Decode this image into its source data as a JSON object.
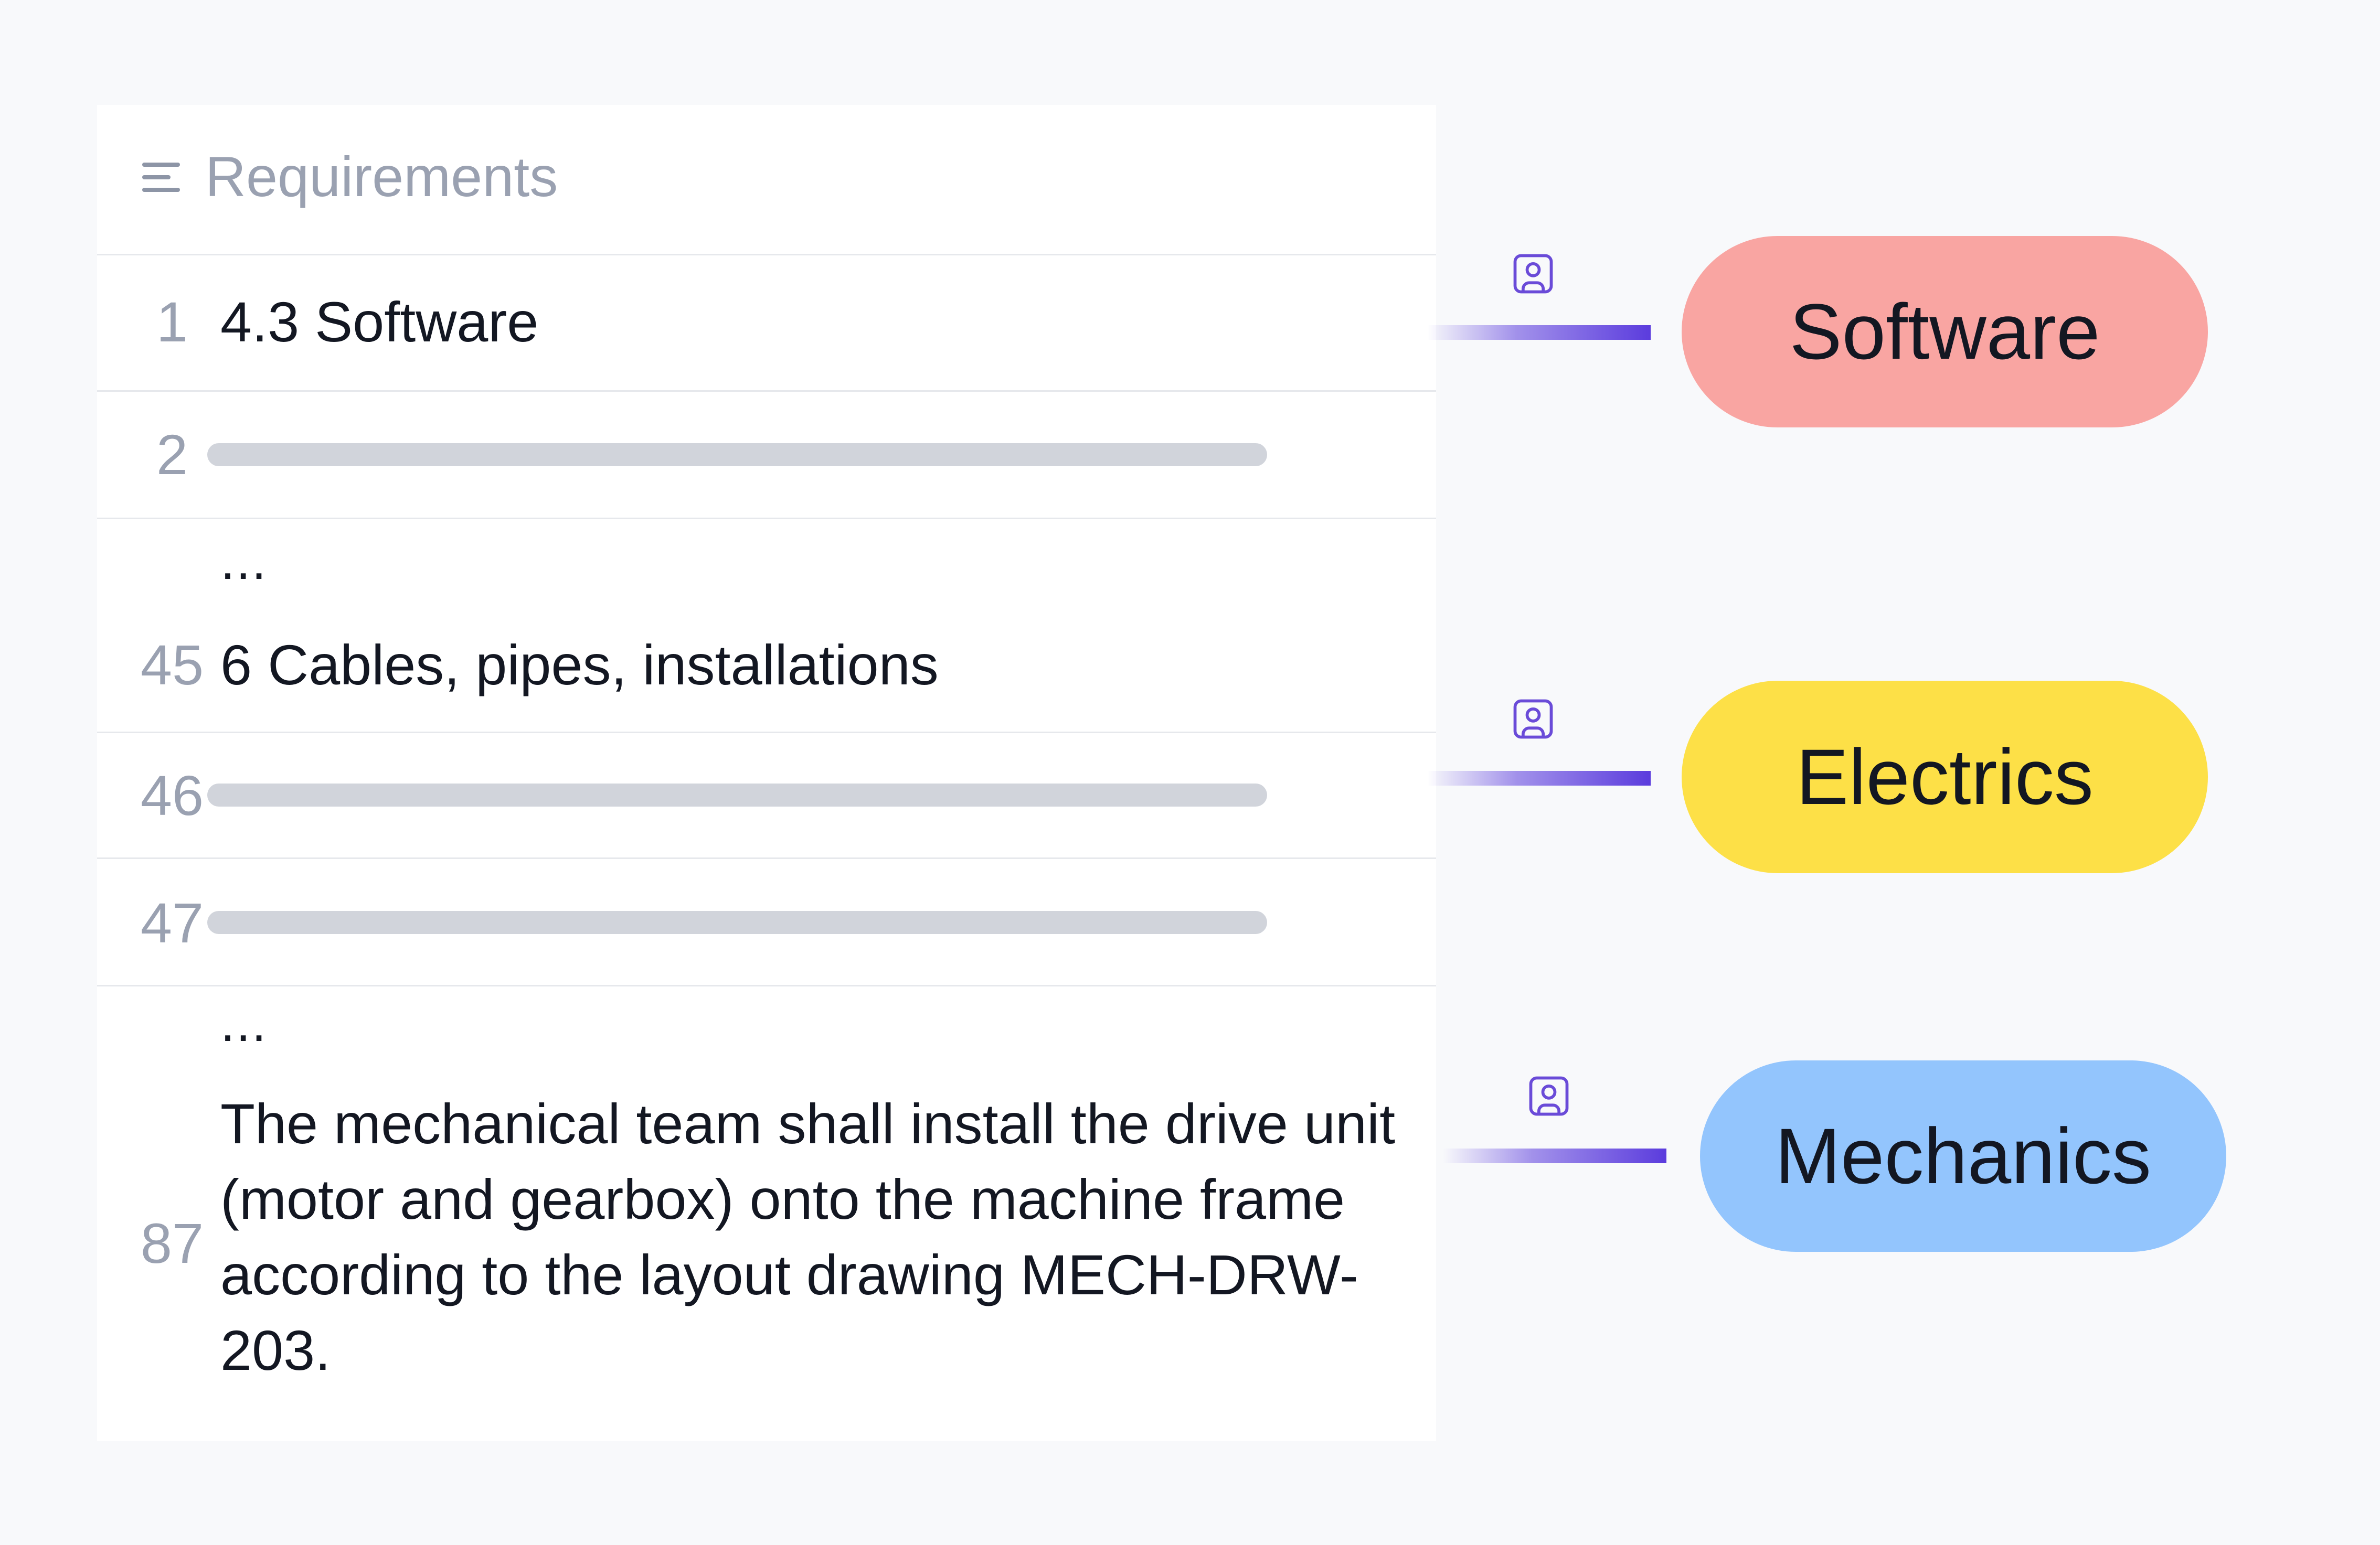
{
  "header": {
    "title": "Requirements",
    "icon": "list-icon"
  },
  "rows": [
    {
      "num": "1",
      "text": "4.3 Software"
    },
    {
      "num": "2"
    },
    {
      "ellipsis": "..."
    },
    {
      "num": "45",
      "text": "6 Cables, pipes, installations"
    },
    {
      "num": "46"
    },
    {
      "num": "47"
    },
    {
      "ellipsis": "..."
    },
    {
      "num": "87",
      "text": "The mechanical team shall install the drive unit (motor and gearbox) onto the machine frame according to the layout drawing MECH-DRW-203."
    }
  ],
  "tags": [
    {
      "label": "Software",
      "color": "#f9a5a2",
      "icon": "person-icon"
    },
    {
      "label": "Electrics",
      "color": "#fde047",
      "icon": "person-icon"
    },
    {
      "label": "Mechanics",
      "color": "#93c5fd",
      "icon": "person-icon"
    }
  ],
  "colors": {
    "connector": "#5b3cdd",
    "icon": "#6a4bd8",
    "background": "#f8f9fb"
  }
}
